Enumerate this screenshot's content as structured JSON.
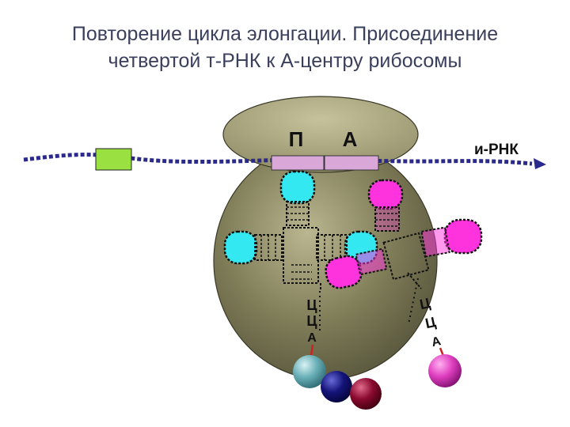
{
  "title": {
    "line1": "Повторение цикла элонгации. Присоединение",
    "line2": "четвертой т-РНК  к А-центру рибосомы"
  },
  "labels": {
    "p_site": "П",
    "a_site": "А",
    "mrna": "и-РНК",
    "left_tail": [
      "Ц",
      "Ц",
      "А"
    ],
    "right_tail": [
      "Ц",
      "Ц",
      "А"
    ]
  },
  "colors": {
    "ribosome_body": "#6e6c4c",
    "ribosome_top": "#a6a37c",
    "mrna_line": "#2b2a8c",
    "codon_box": "#d9a8d9",
    "green_box": "#99e040",
    "trna_cyan": "#33e8f0",
    "trna_magenta": "#ff33dd",
    "aa_teal": "#6ab0b8",
    "aa_navy": "#14147a",
    "aa_maroon": "#8a0a30",
    "aa_magenta": "#e040c0"
  }
}
